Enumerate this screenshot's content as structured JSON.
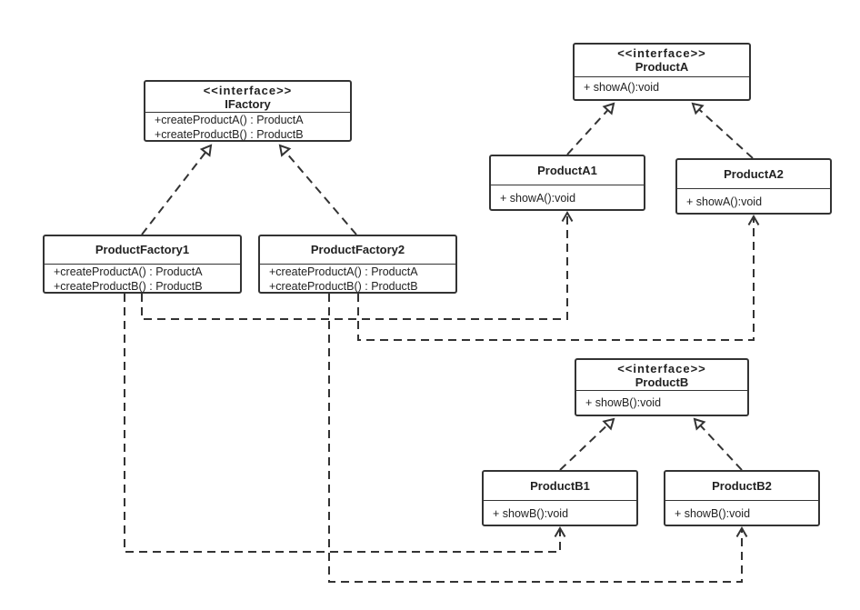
{
  "classes": {
    "ifactory": {
      "stereotype": "<<interface>>",
      "name": "IFactory",
      "ops": [
        "+createProductA() : ProductA",
        "+createProductB() : ProductB"
      ]
    },
    "product_a": {
      "stereotype": "<<interface>>",
      "name": "ProductA",
      "ops": [
        "+ showA():void"
      ]
    },
    "product_a1": {
      "name": "ProductA1",
      "ops": [
        "+ showA():void"
      ]
    },
    "product_a2": {
      "name": "ProductA2",
      "ops": [
        "+ showA():void"
      ]
    },
    "product_factory1": {
      "name": "ProductFactory1",
      "ops": [
        "+createProductA() : ProductA",
        "+createProductB() : ProductB"
      ]
    },
    "product_factory2": {
      "name": "ProductFactory2",
      "ops": [
        "+createProductA() : ProductA",
        "+createProductB() : ProductB"
      ]
    },
    "product_b": {
      "stereotype": "<<interface>>",
      "name": "ProductB",
      "ops": [
        "+ showB():void"
      ]
    },
    "product_b1": {
      "name": "ProductB1",
      "ops": [
        "+ showB():void"
      ]
    },
    "product_b2": {
      "name": "ProductB2",
      "ops": [
        "+ showB():void"
      ]
    }
  },
  "relations": [
    {
      "name": "factory1-realizes-ifactory",
      "type": "realization",
      "from": "ProductFactory1",
      "to": "IFactory"
    },
    {
      "name": "factory2-realizes-ifactory",
      "type": "realization",
      "from": "ProductFactory2",
      "to": "IFactory"
    },
    {
      "name": "a1-realizes-product-a",
      "type": "realization",
      "from": "ProductA1",
      "to": "ProductA"
    },
    {
      "name": "a2-realizes-product-a",
      "type": "realization",
      "from": "ProductA2",
      "to": "ProductA"
    },
    {
      "name": "b1-realizes-product-b",
      "type": "realization",
      "from": "ProductB1",
      "to": "ProductB"
    },
    {
      "name": "b2-realizes-product-b",
      "type": "realization",
      "from": "ProductB2",
      "to": "ProductB"
    },
    {
      "name": "factory1-depends-on-a1",
      "type": "dependency",
      "from": "ProductFactory1",
      "to": "ProductA1"
    },
    {
      "name": "factory2-depends-on-a2",
      "type": "dependency",
      "from": "ProductFactory2",
      "to": "ProductA2"
    },
    {
      "name": "factory1-depends-on-b1",
      "type": "dependency",
      "from": "ProductFactory1",
      "to": "ProductB1"
    },
    {
      "name": "factory2-depends-on-b2",
      "type": "dependency",
      "from": "ProductFactory2",
      "to": "ProductB2"
    }
  ],
  "colors": {
    "line": "#333333",
    "background": "#ffffff"
  }
}
